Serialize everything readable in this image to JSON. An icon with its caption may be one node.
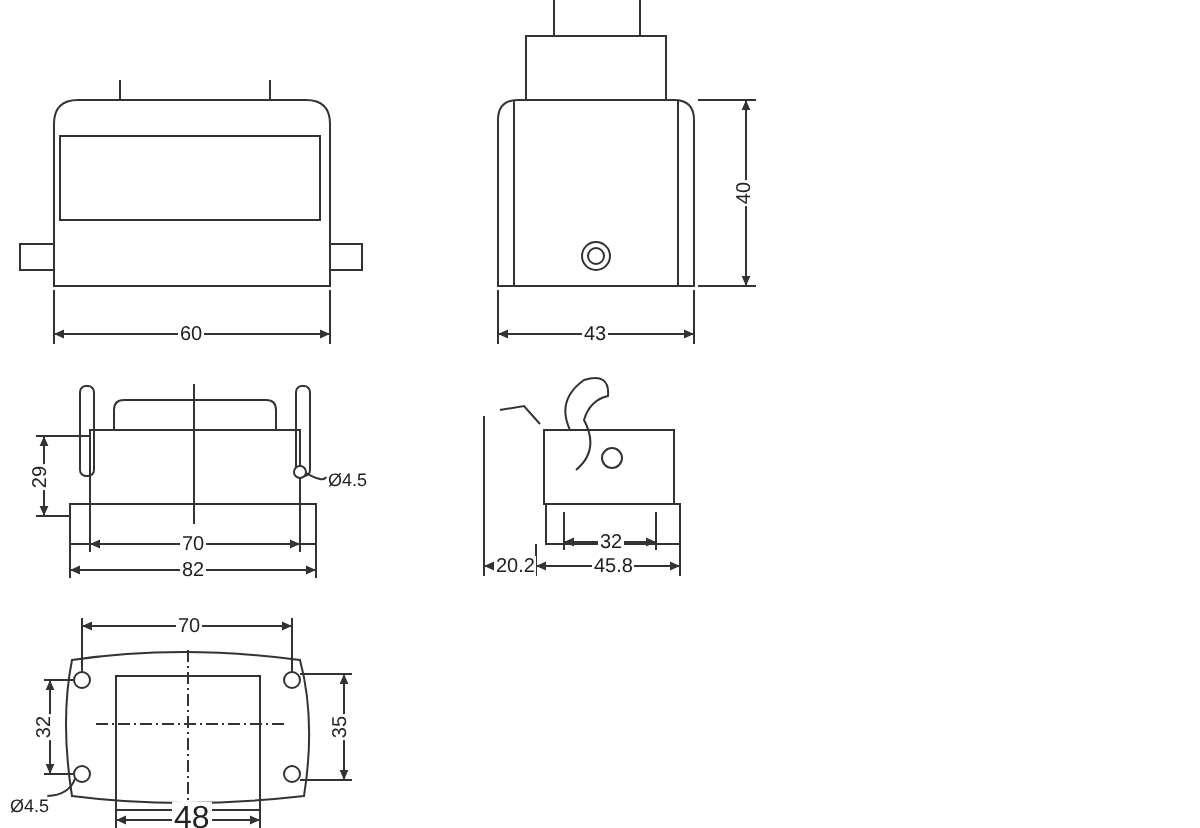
{
  "diagram": {
    "nodes": [
      {
        "text": [
          "Ø4.5"
        ]
      },
      {
        "text": [],
        "shape": "circle"
      },
      {
        "text": [
          "Ø4.5"
        ]
      },
      {
        "text": [],
        "shape": "circle"
      }
    ],
    "edges": [
      {
        "from": 0,
        "to": 1,
        "arrow": "none"
      },
      {
        "from": 2,
        "to": 3,
        "arrow": "none"
      }
    ],
    "labels": [
      "60",
      "40",
      "43",
      "29",
      "70",
      "82",
      "32",
      "20.2",
      "45.8",
      "70",
      "32",
      "35",
      "48"
    ]
  }
}
